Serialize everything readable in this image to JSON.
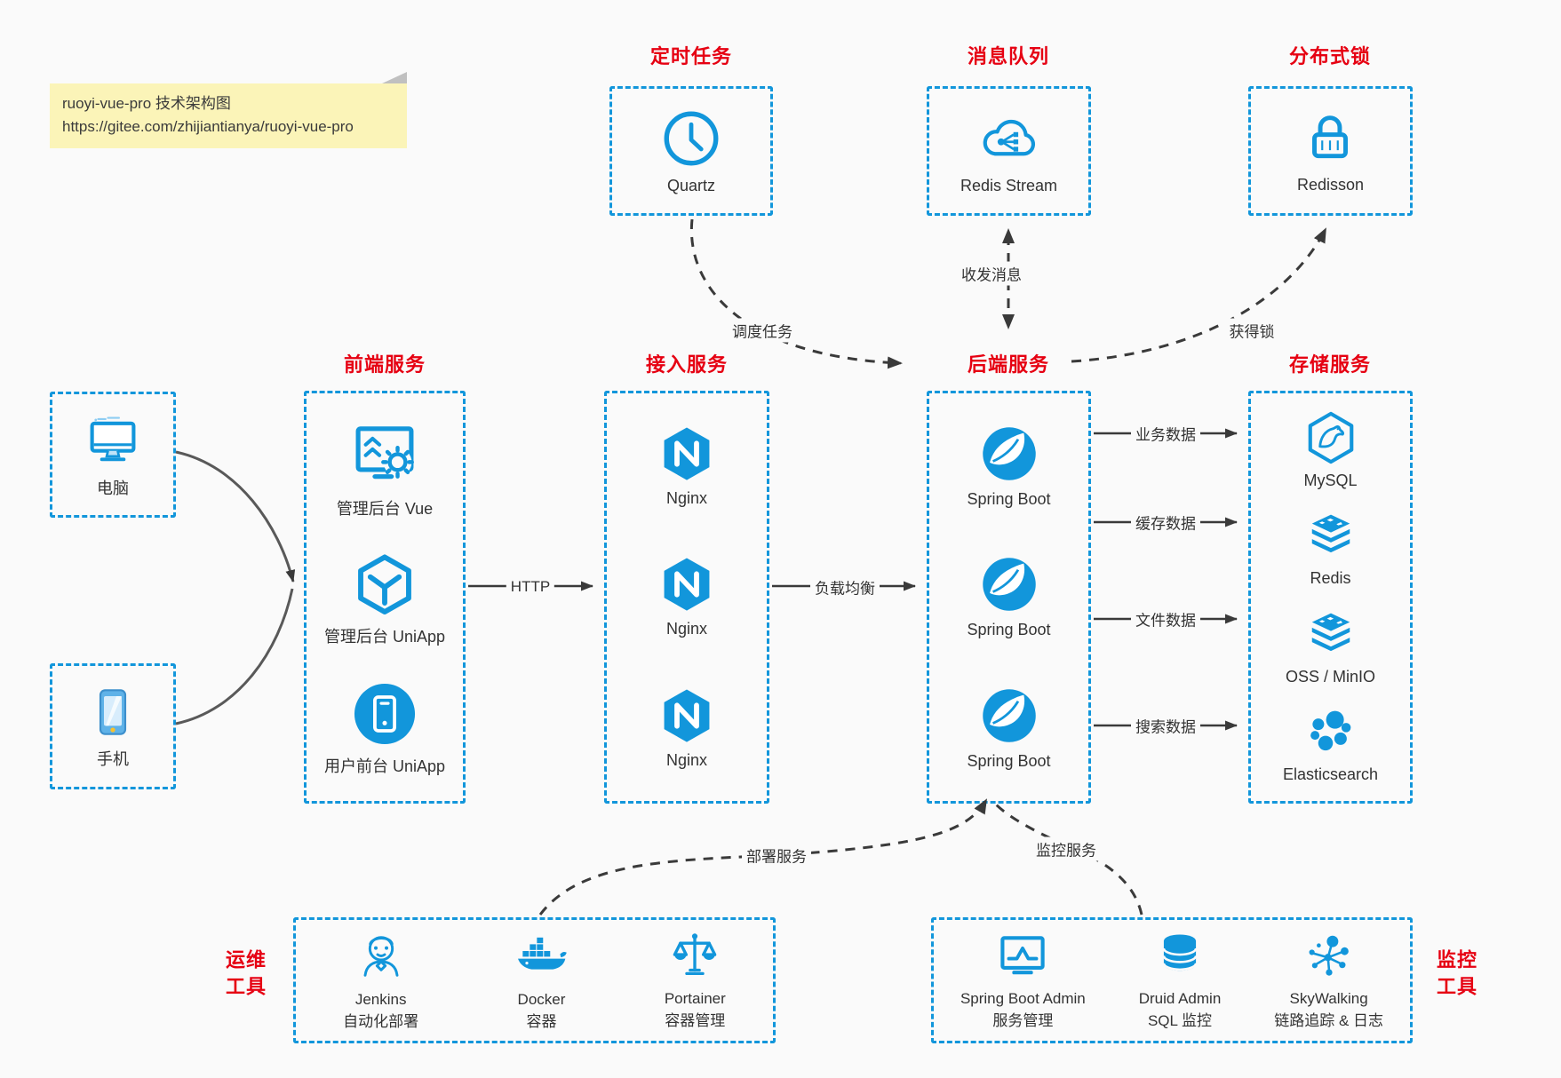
{
  "note": {
    "title": "ruoyi-vue-pro 技术架构图",
    "url": "https://gitee.com/zhijiantianya/ruoyi-vue-pro"
  },
  "colors": {
    "accent_blue": "#1296db",
    "title_red": "#e60012",
    "text_dark": "#333333",
    "arrow_gray": "#3a3a3a",
    "note_bg": "#fbf4b8",
    "page_bg": "#fafafa"
  },
  "clients": [
    {
      "name": "电脑",
      "icon": "desktop-icon"
    },
    {
      "name": "手机",
      "icon": "smartphone-icon"
    }
  ],
  "groups": {
    "scheduled_job": {
      "title": "定时任务",
      "items": [
        {
          "name": "Quartz",
          "icon": "clock-icon"
        }
      ]
    },
    "message_queue": {
      "title": "消息队列",
      "items": [
        {
          "name": "Redis Stream",
          "icon": "cloud-stream-icon"
        }
      ]
    },
    "distributed_lock": {
      "title": "分布式锁",
      "items": [
        {
          "name": "Redisson",
          "icon": "lock-icon"
        }
      ]
    },
    "frontend": {
      "title": "前端服务",
      "items": [
        {
          "name": "管理后台 Vue",
          "icon": "admin-vue-icon"
        },
        {
          "name": "管理后台 UniApp",
          "icon": "uniapp-cube-icon"
        },
        {
          "name": "用户前台 UniApp",
          "icon": "mobile-app-icon"
        }
      ]
    },
    "gateway": {
      "title": "接入服务",
      "items": [
        {
          "name": "Nginx",
          "icon": "nginx-icon"
        },
        {
          "name": "Nginx",
          "icon": "nginx-icon"
        },
        {
          "name": "Nginx",
          "icon": "nginx-icon"
        }
      ]
    },
    "backend": {
      "title": "后端服务",
      "items": [
        {
          "name": "Spring Boot",
          "icon": "spring-boot-icon"
        },
        {
          "name": "Spring Boot",
          "icon": "spring-boot-icon"
        },
        {
          "name": "Spring Boot",
          "icon": "spring-boot-icon"
        }
      ]
    },
    "storage": {
      "title": "存储服务",
      "items": [
        {
          "name": "MySQL",
          "icon": "mysql-icon"
        },
        {
          "name": "Redis",
          "icon": "redis-stack-icon"
        },
        {
          "name": "OSS / MinIO",
          "icon": "oss-stack-icon"
        },
        {
          "name": "Elasticsearch",
          "icon": "elasticsearch-icon"
        }
      ]
    },
    "ops_tools": {
      "title_line1": "运维",
      "title_line2": "工具",
      "items": [
        {
          "name": "Jenkins",
          "desc": "自动化部署",
          "icon": "jenkins-icon"
        },
        {
          "name": "Docker",
          "desc": "容器",
          "icon": "docker-icon"
        },
        {
          "name": "Portainer",
          "desc": "容器管理",
          "icon": "portainer-icon"
        }
      ]
    },
    "monitor_tools": {
      "title_line1": "监控",
      "title_line2": "工具",
      "items": [
        {
          "name": "Spring Boot Admin",
          "desc": "服务管理",
          "icon": "monitor-chart-icon"
        },
        {
          "name": "Druid Admin",
          "desc": "SQL 监控",
          "icon": "database-icon"
        },
        {
          "name": "SkyWalking",
          "desc": "链路追踪 & 日志",
          "icon": "skywalking-icon"
        }
      ]
    }
  },
  "edges": {
    "http": {
      "label": "HTTP"
    },
    "load_balance": {
      "label": "负载均衡"
    },
    "schedule": {
      "label": "调度任务"
    },
    "messaging": {
      "label": "收发消息"
    },
    "acquire_lock": {
      "label": "获得锁"
    },
    "business_data": {
      "label": "业务数据"
    },
    "cache_data": {
      "label": "缓存数据"
    },
    "file_data": {
      "label": "文件数据"
    },
    "search_data": {
      "label": "搜索数据"
    },
    "deploy": {
      "label": "部署服务"
    },
    "monitor": {
      "label": "监控服务"
    }
  }
}
